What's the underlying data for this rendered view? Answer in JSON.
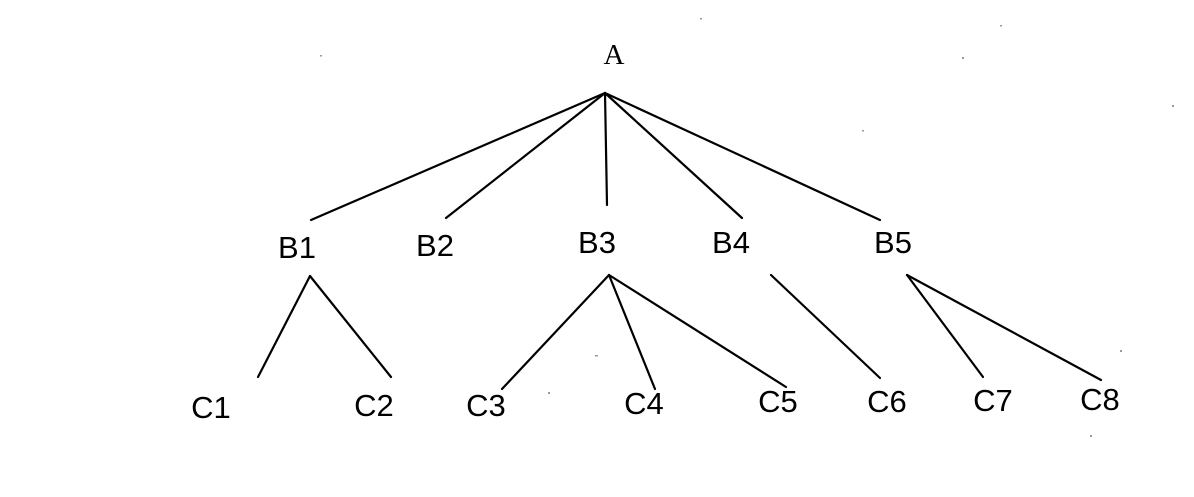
{
  "tree": {
    "nodes": [
      {
        "id": "A",
        "label": "A"
      },
      {
        "id": "B1",
        "label": "B1"
      },
      {
        "id": "B2",
        "label": "B2"
      },
      {
        "id": "B3",
        "label": "B3"
      },
      {
        "id": "B4",
        "label": "B4"
      },
      {
        "id": "B5",
        "label": "B5"
      },
      {
        "id": "C1",
        "label": "C1"
      },
      {
        "id": "C2",
        "label": "C2"
      },
      {
        "id": "C3",
        "label": "C3"
      },
      {
        "id": "C4",
        "label": "C4"
      },
      {
        "id": "C5",
        "label": "C5"
      },
      {
        "id": "C6",
        "label": "C6"
      },
      {
        "id": "C7",
        "label": "C7"
      },
      {
        "id": "C8",
        "label": "C8"
      }
    ],
    "edges": [
      {
        "from": "A",
        "to": "B1"
      },
      {
        "from": "A",
        "to": "B2"
      },
      {
        "from": "A",
        "to": "B3"
      },
      {
        "from": "A",
        "to": "B4"
      },
      {
        "from": "A",
        "to": "B5"
      },
      {
        "from": "B1",
        "to": "C1"
      },
      {
        "from": "B1",
        "to": "C2"
      },
      {
        "from": "B3",
        "to": "C3"
      },
      {
        "from": "B3",
        "to": "C4"
      },
      {
        "from": "B3",
        "to": "C5"
      },
      {
        "from": "B4",
        "to": "C6"
      },
      {
        "from": "B5",
        "to": "C7"
      },
      {
        "from": "B5",
        "to": "C8"
      }
    ]
  }
}
